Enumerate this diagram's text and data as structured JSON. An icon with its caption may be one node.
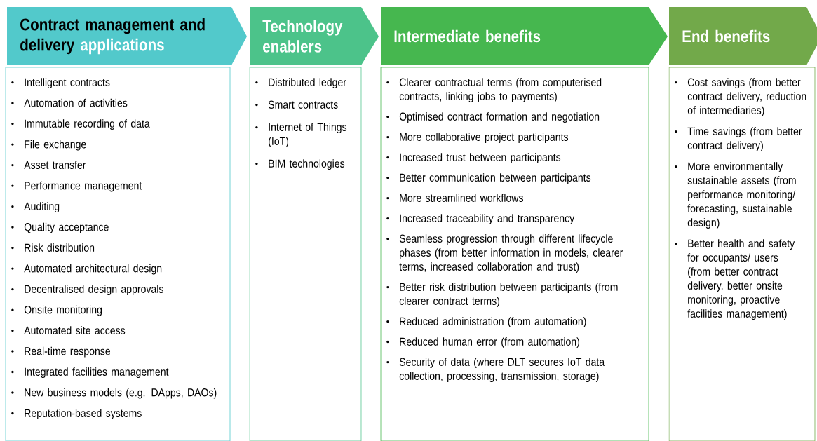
{
  "diagram": {
    "nodes": [
      {
        "text": [
          "Contract management and delivery",
          "applications"
        ]
      },
      {
        "text": [
          "Technology enablers"
        ]
      },
      {
        "text": [
          "Intermediate benefits"
        ]
      },
      {
        "text": [
          "End benefits"
        ]
      },
      {
        "text": [
          "Intelligent contracts",
          "Automation of activities",
          "Immutable recording of data",
          "File exchange",
          "Asset transfer",
          "Performance management",
          "Auditing",
          "Quality acceptance",
          "Risk distribution",
          "Automated architectural design",
          "Decentralised design approvals",
          "Onsite monitoring",
          "Automated site access",
          "Real-time response",
          "Integrated facilities management",
          "New business models (e.g. DApps, DAOs)",
          "Reputation-based systems"
        ]
      },
      {
        "text": [
          "Distributed ledger",
          "Smart contracts",
          "Internet of Things (IoT)",
          "BIM technologies"
        ]
      },
      {
        "text": [
          "Clearer contractual terms (from computerised contracts, linking jobs to payments)",
          "Optimised contract formation and negotiation",
          "More collaborative project participants",
          "Increased trust between participants",
          "Better communication between participants",
          "More streamlined workflows",
          "Increased traceability and transparency",
          "Seamless progression through different lifecycle phases (from better information in models, clearer terms, increased collaboration and trust)",
          "Better risk distribution between participants (from clearer contract terms)",
          "Reduced administration (from automation)",
          "Reduced human error (from automation)",
          "Security of data (where DLT secures IoT data collection, processing, transmission, storage)"
        ]
      },
      {
        "text": [
          "Cost savings (from better contract delivery, reduction of intermediaries)",
          "Time savings (from better contract delivery)",
          "More environmentally sustainable assets (from performance monitoring/ forecasting, sustainable design)",
          "Better health and safety for occupants/ users (from better contract delivery, better onsite monitoring, proactive facilities management)"
        ]
      }
    ]
  }
}
